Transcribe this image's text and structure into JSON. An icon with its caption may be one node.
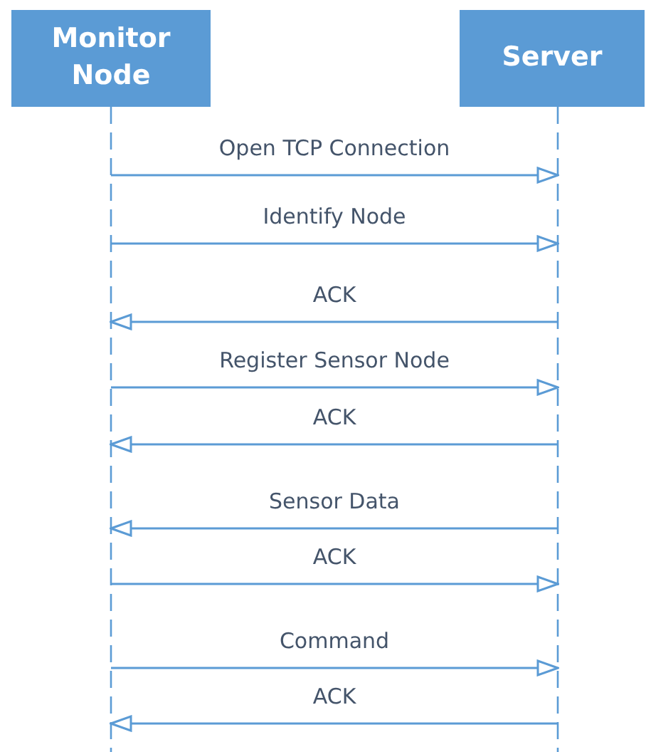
{
  "diagram": {
    "nodes": [
      {
        "text": [
          "Monitor Node"
        ]
      },
      {
        "text": [
          "Server"
        ]
      }
    ],
    "edges": [
      {
        "from": 0,
        "to": 1,
        "arrow": "to",
        "label": "Open TCP Connection"
      },
      {
        "from": 0,
        "to": 1,
        "arrow": "to",
        "label": "Identify Node"
      },
      {
        "from": 1,
        "to": 0,
        "arrow": "to",
        "label": "ACK"
      },
      {
        "from": 0,
        "to": 1,
        "arrow": "to",
        "label": "Register Sensor Node"
      },
      {
        "from": 1,
        "to": 0,
        "arrow": "to",
        "label": "ACK"
      },
      {
        "from": 1,
        "to": 0,
        "arrow": "to",
        "label": "Sensor Data"
      },
      {
        "from": 0,
        "to": 1,
        "arrow": "to",
        "label": "ACK"
      },
      {
        "from": 0,
        "to": 1,
        "arrow": "to",
        "label": "Command"
      },
      {
        "from": 1,
        "to": 0,
        "arrow": "to",
        "label": "ACK"
      }
    ]
  }
}
